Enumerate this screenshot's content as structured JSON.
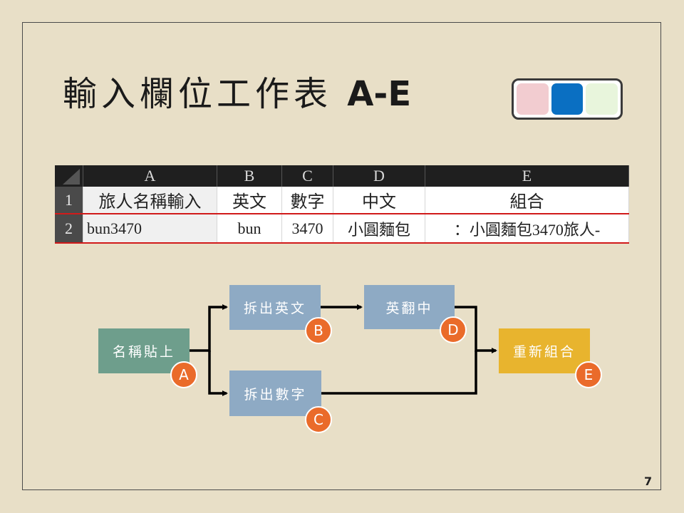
{
  "slide": {
    "title_cjk": "輸入欄位工作表",
    "title_latin": "A-E",
    "page_number": "7"
  },
  "swatches": [
    "#f2ccd0",
    "#0a6fc2",
    "#e8f5dc"
  ],
  "sheet": {
    "columns": [
      "A",
      "B",
      "C",
      "D",
      "E"
    ],
    "rows": [
      {
        "num": "1",
        "cells": [
          "旅人名稱輸入",
          "英文",
          "數字",
          "中文",
          "組合"
        ]
      },
      {
        "num": "2",
        "cells": [
          "bun3470",
          "bun",
          "3470",
          "小圓麵包",
          "：小圓麵包3470旅人-"
        ]
      }
    ]
  },
  "flow": {
    "nodes": {
      "paste": {
        "label": "名稱貼上",
        "badge": "A",
        "color": "#6e9e8c"
      },
      "split_en": {
        "label": "拆出英文",
        "badge": "B",
        "color": "#8eaac4"
      },
      "translate": {
        "label": "英翻中",
        "badge": "D",
        "color": "#8eaac4"
      },
      "split_num": {
        "label": "拆出數字",
        "badge": "C",
        "color": "#8eaac4"
      },
      "recombine": {
        "label": "重新組合",
        "badge": "E",
        "color": "#e8b42e"
      }
    }
  }
}
